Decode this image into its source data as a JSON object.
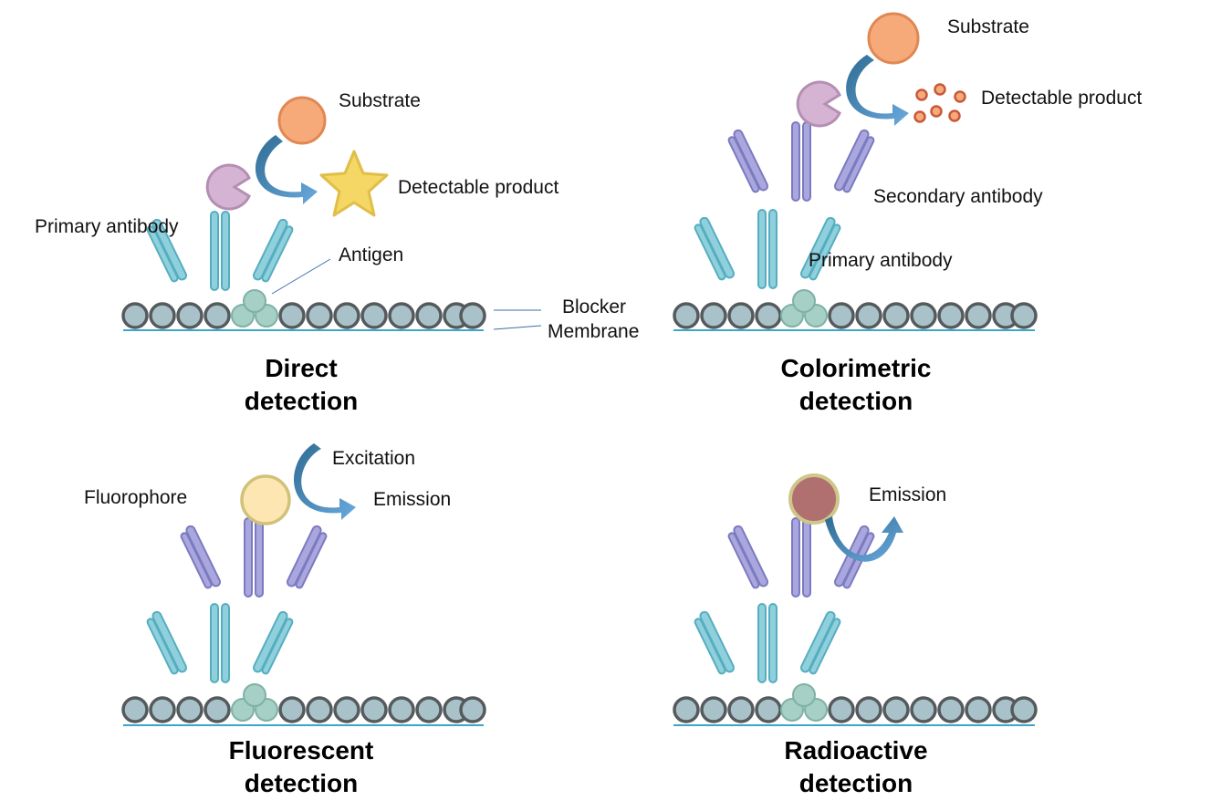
{
  "panels": {
    "direct": {
      "title_line1": "Direct",
      "title_line2": "detection",
      "labels": {
        "substrate": "Substrate",
        "detectable_product": "Detectable product",
        "primary_antibody": "Primary antibody",
        "antigen": "Antigen",
        "blocker": "Blocker",
        "membrane": "Membrane"
      }
    },
    "colorimetric": {
      "title_line1": "Colorimetric",
      "title_line2": "detection",
      "labels": {
        "substrate": "Substrate",
        "detectable_product": "Detectable product",
        "secondary_antibody": "Secondary antibody",
        "primary_antibody": "Primary antibody"
      }
    },
    "fluorescent": {
      "title_line1": "Fluorescent",
      "title_line2": "detection",
      "labels": {
        "fluorophore": "Fluorophore",
        "excitation": "Excitation",
        "emission": "Emission"
      }
    },
    "radioactive": {
      "title_line1": "Radioactive",
      "title_line2": "detection",
      "labels": {
        "emission": "Emission"
      }
    }
  },
  "colors": {
    "blocker_fill": "#a9c2c9",
    "blocker_stroke": "#555a5c",
    "membrane": "#3aa6c8",
    "antigen": "#a6cfc5",
    "primary_antibody": "#8fd0dc",
    "secondary_antibody": "#a9a7de",
    "enzyme": "#d5b4d3",
    "substrate": "#f6aa7a",
    "product_star": "#f5d765",
    "fluorophore": "#fde6b2",
    "radio_label": "#b07070",
    "arrow_dark": "#4d84a9",
    "arrow_light": "#5a9cd0"
  }
}
